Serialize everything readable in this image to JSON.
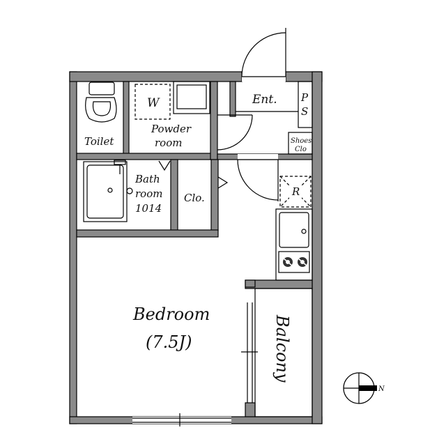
{
  "rooms": {
    "toilet": "Toilet",
    "washer": "W",
    "powder_line1": "Powder",
    "powder_line2": "room",
    "entrance": "Ent.",
    "ps_line1": "P",
    "ps_line2": "S",
    "shoes_line1": "Shoes",
    "shoes_line2": "Clo",
    "bath_line1": "Bath",
    "bath_line2": "room",
    "bath_line3": "1014",
    "closet": "Clo.",
    "fridge": "R",
    "bedroom": "Bedroom",
    "bedroom_size": "(7.5J)",
    "balcony": "Balcony"
  },
  "compass": {
    "north": "N"
  }
}
